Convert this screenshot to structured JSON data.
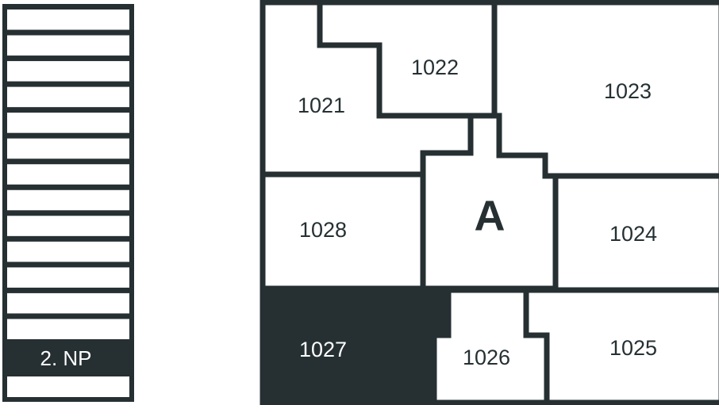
{
  "colors": {
    "wall": "#263033",
    "selected": "#263033",
    "background": "#ffffff"
  },
  "floors": {
    "selected_label": "2. NP",
    "count_above": 13,
    "count_below": 1
  },
  "rooms": [
    {
      "id": "1021",
      "label": "1021"
    },
    {
      "id": "1022",
      "label": "1022"
    },
    {
      "id": "1023",
      "label": "1023"
    },
    {
      "id": "A",
      "label": "A"
    },
    {
      "id": "1028",
      "label": "1028"
    },
    {
      "id": "1024",
      "label": "1024"
    },
    {
      "id": "1027",
      "label": "1027",
      "selected": true
    },
    {
      "id": "1026",
      "label": "1026"
    },
    {
      "id": "1025",
      "label": "1025"
    }
  ]
}
